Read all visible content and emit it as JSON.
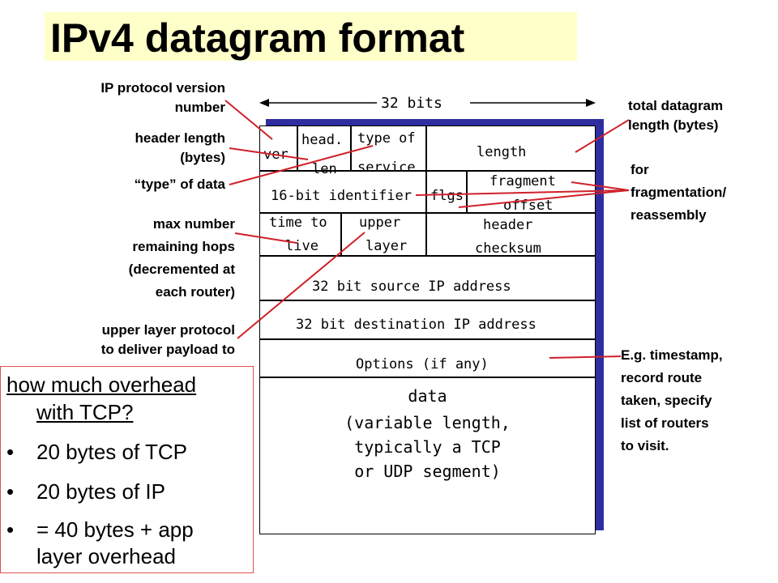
{
  "title": "IPv4 datagram format",
  "width_label": "32 bits",
  "fields": {
    "ver": "ver",
    "head_len_1": "head.",
    "head_len_2": "len",
    "tos_1": "type of",
    "tos_2": "service",
    "length": "length",
    "identifier": "16-bit identifier",
    "flgs": "flgs",
    "frag_1": "fragment",
    "frag_2": "offset",
    "ttl_1": "time to",
    "ttl_2": "live",
    "upper_1": "upper",
    "upper_2": "layer",
    "checksum_1": "header",
    "checksum_2": "checksum",
    "src": "32 bit source IP address",
    "dst": "32 bit destination IP address",
    "options": "Options (if any)",
    "data_1": "data",
    "data_2": "(variable length,",
    "data_3": "typically a TCP",
    "data_4": "or UDP segment)"
  },
  "annotations": {
    "version_1": "IP protocol version",
    "version_2": "number",
    "hlen_1": "header length",
    "hlen_2": "(bytes)",
    "type_data": "“type” of data",
    "hops_1": "max number",
    "hops_2": "remaining hops",
    "hops_3": "(decremented at",
    "hops_4": "each router)",
    "upper_1": "upper layer protocol",
    "upper_2": "to deliver payload to",
    "total_1": "total datagram",
    "total_2": "length (bytes)",
    "frag_1": "for",
    "frag_2": "fragmentation/",
    "frag_3": "reassembly",
    "opt_1": "E.g. timestamp,",
    "opt_2": "record route",
    "opt_3": "taken, specify",
    "opt_4": "list of routers",
    "opt_5": "to visit."
  },
  "overhead_note": {
    "question_1": "how much overhead",
    "question_2": "with TCP?",
    "bullets": [
      "20 bytes of TCP",
      "20 bytes of IP",
      "= 40 bytes + app",
      "layer overhead"
    ],
    "bullet_char": "•"
  },
  "colors": {
    "title_band": "#ffffc9",
    "shadow": "#2e2e9e",
    "pointer": "#d0202a",
    "note_border": "#e05050"
  }
}
